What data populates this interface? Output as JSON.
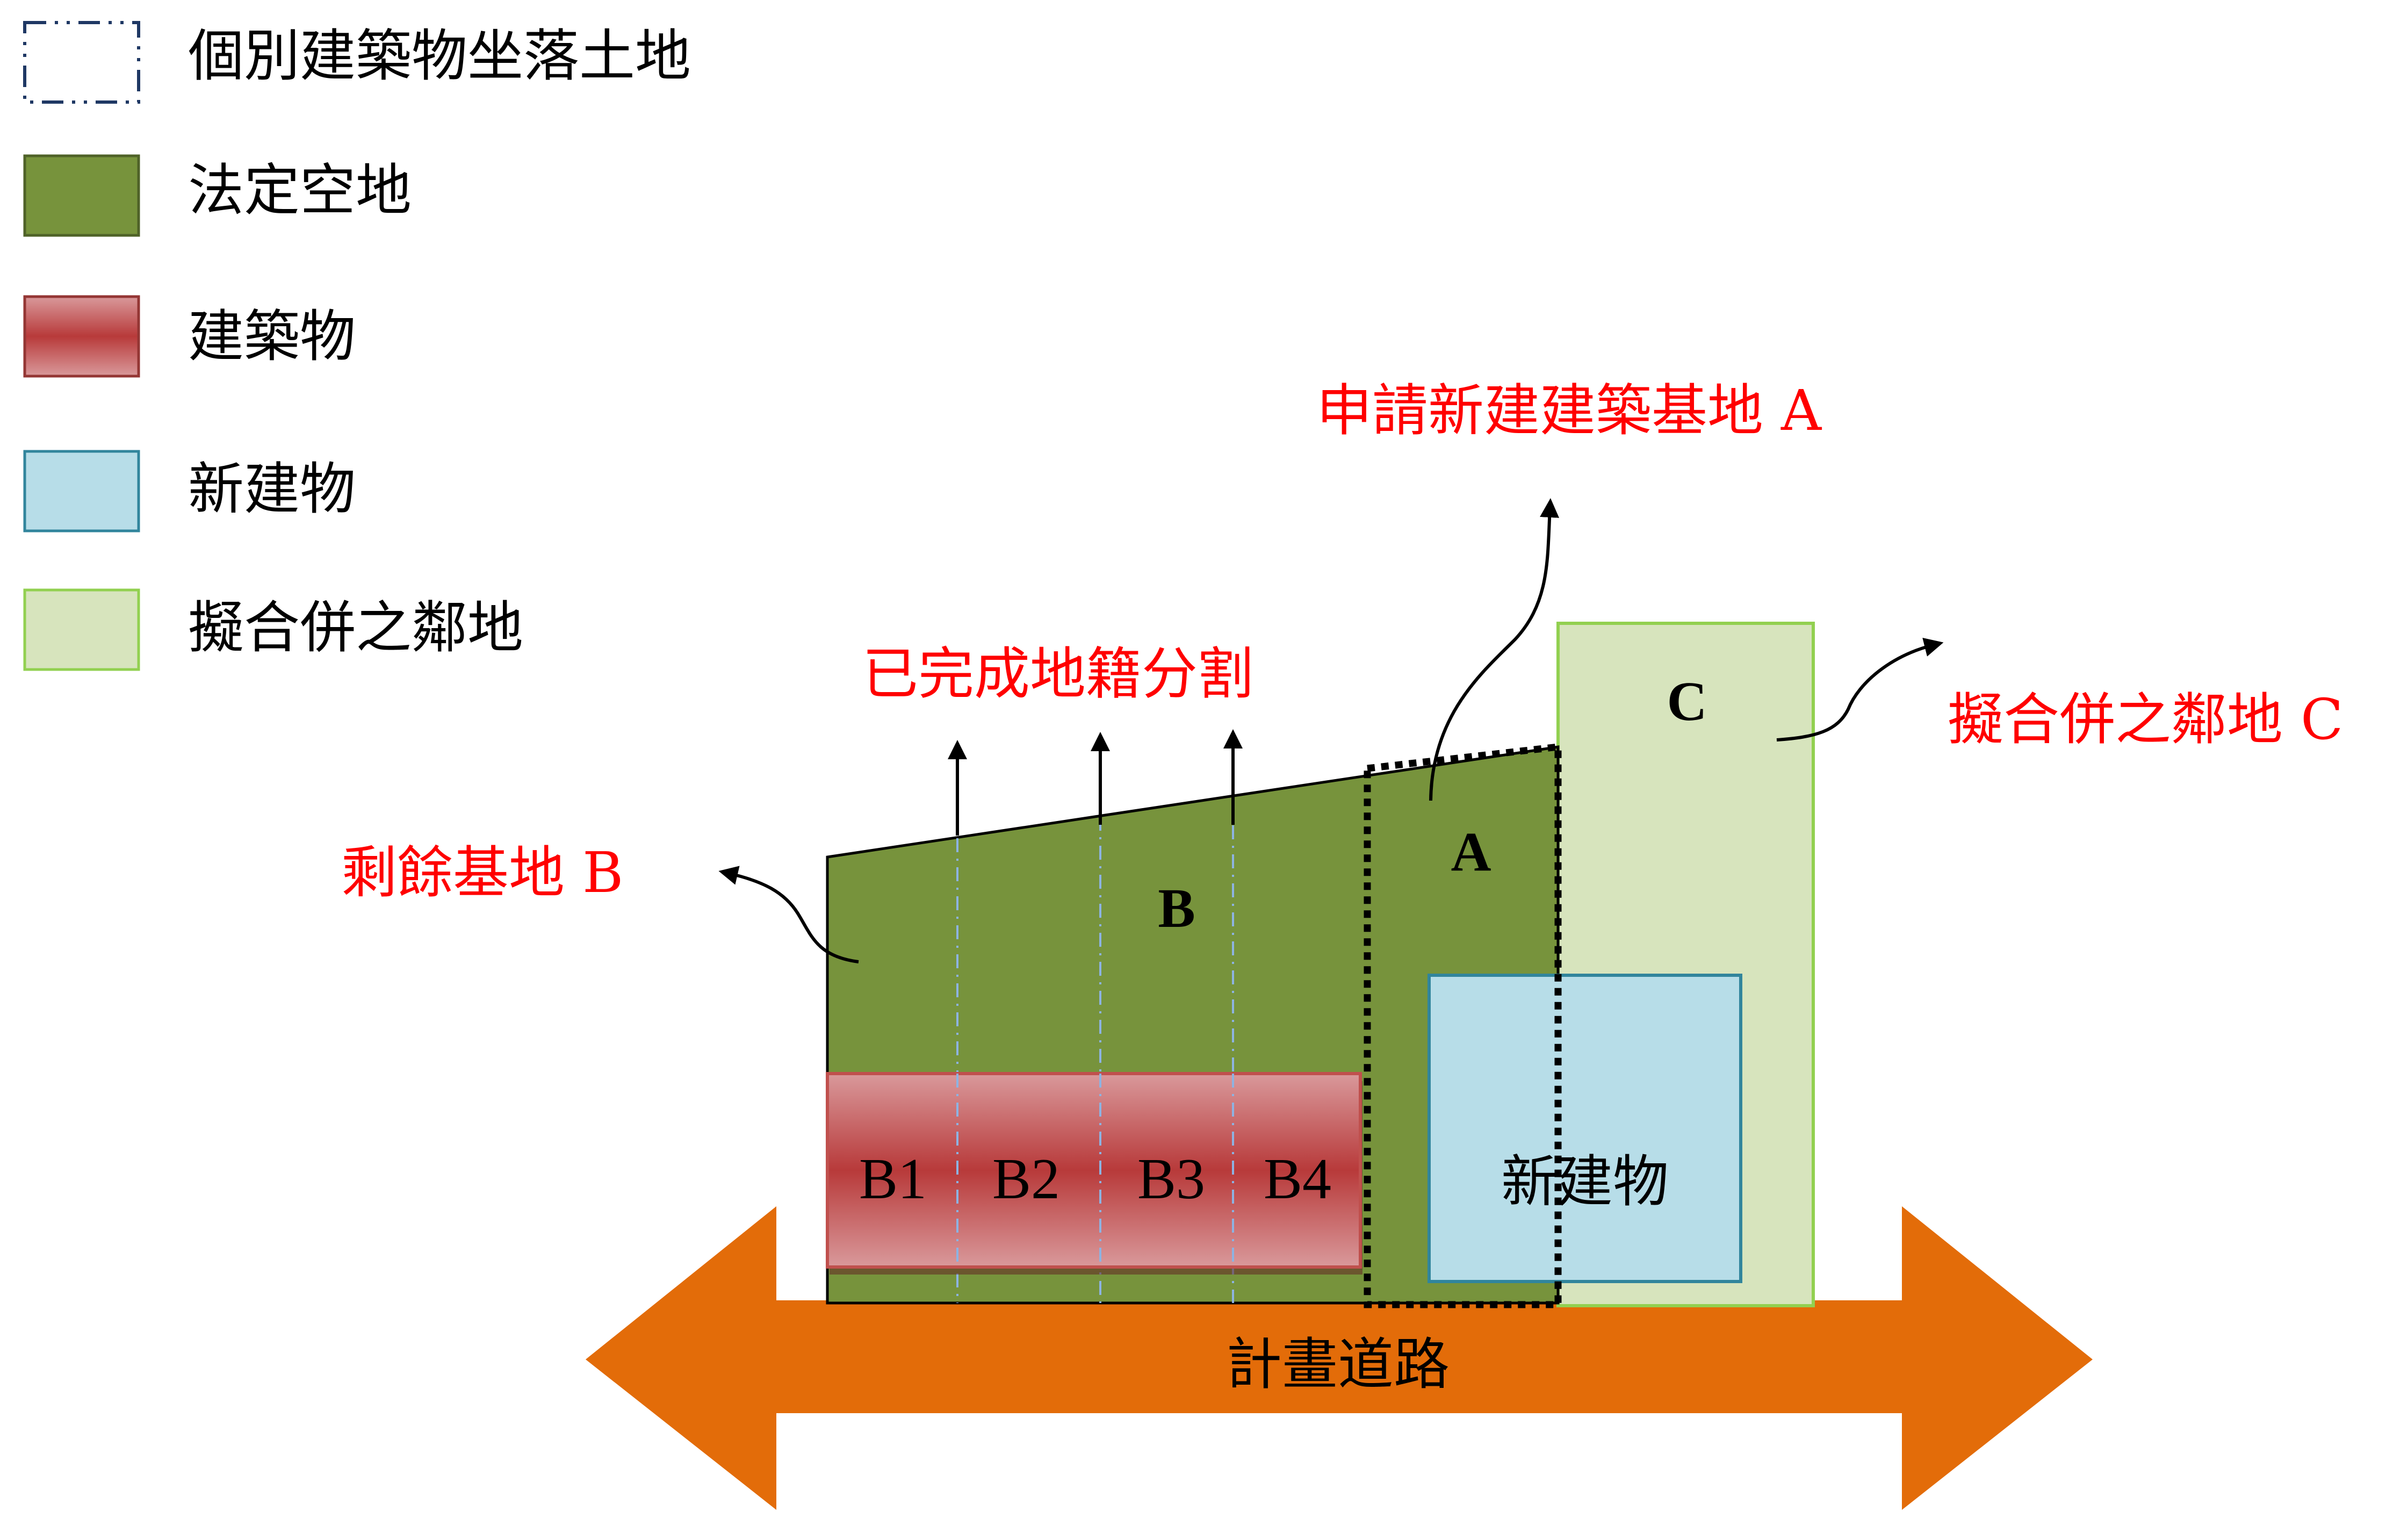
{
  "legend": {
    "items": [
      {
        "label": "個別建築物坐落土地",
        "swatch": "dashed-outline",
        "color": "#1f3864"
      },
      {
        "label": "法定空地",
        "swatch": "fill",
        "color": "#77933c"
      },
      {
        "label": "建築物",
        "swatch": "gradient",
        "color": "#c0504d"
      },
      {
        "label": "新建物",
        "swatch": "fill",
        "color": "#b7dde8"
      },
      {
        "label": "擬合併之鄰地",
        "swatch": "fill",
        "color": "#d7e4bd"
      }
    ]
  },
  "diagram": {
    "annotation_top": "申請新建建築基地 A",
    "annotation_subdivision": "已完成地籍分割",
    "annotation_remaining": "剩餘基地 B",
    "annotation_neighbor": "擬合併之鄰地 C",
    "label_b": "B",
    "label_a": "A",
    "label_c": "C",
    "units": [
      "B1",
      "B2",
      "B3",
      "B4"
    ],
    "new_building_label": "新建物",
    "road_label": "計畫道路"
  },
  "colors": {
    "open_space": "#77933c",
    "building_red": "#c0504d",
    "new_building": "#b7dde8",
    "neighbor": "#d7e4bd",
    "road": "#e36c09",
    "annotation_red": "#ff0000"
  }
}
